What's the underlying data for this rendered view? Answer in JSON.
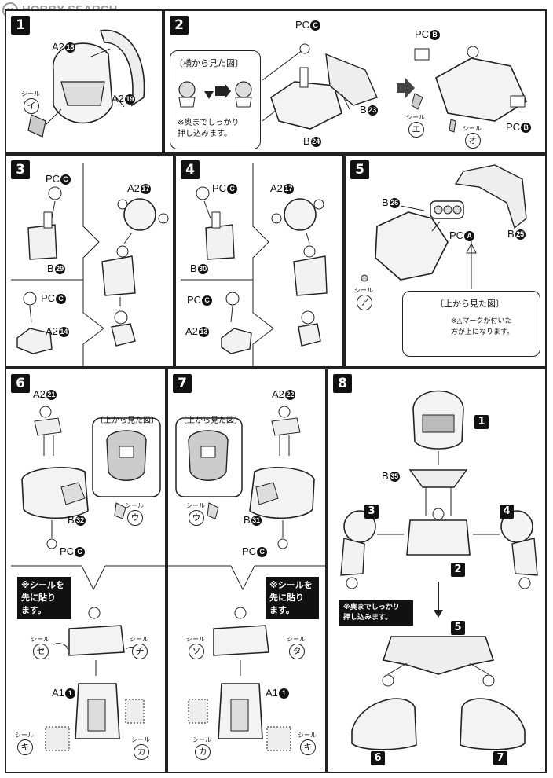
{
  "watermark": {
    "logo_text": "HOBBY SEARCH"
  },
  "steps": {
    "s1": {
      "num": "1",
      "part_a": "A2",
      "part_a_no": "18",
      "part_b": "A2",
      "part_b_no": "19",
      "seal_word": "シール",
      "seal_char": "イ"
    },
    "s2": {
      "num": "2",
      "pc": "PC",
      "pc_letter": "C",
      "view_title": "〔横から見た図〕",
      "note": "※奥までしっかり押し込みます。",
      "note_l1": "※奥までしっかり",
      "note_l2": "押し込みます。",
      "b_top": "B",
      "b_top_no": "23",
      "b_bottom": "B",
      "b_bottom_no": "24"
    },
    "s2b": {
      "pc_top": "PC",
      "pc_top_letter": "B",
      "pc_right": "PC",
      "pc_right_letter": "B",
      "seal_word_a": "シール",
      "seal_char_a": "エ",
      "seal_word_b": "シール",
      "seal_char_b": "オ"
    },
    "s3": {
      "num": "3",
      "pc_top": "PC",
      "pc_top_letter": "C",
      "a2": "A2",
      "a2_no": "17",
      "b": "B",
      "b_no": "29",
      "pc_bottom": "PC",
      "pc_bottom_letter": "C",
      "a2_bottom": "A2",
      "a2_bottom_no": "14"
    },
    "s4": {
      "num": "4",
      "pc_top": "PC",
      "pc_top_letter": "C",
      "a2": "A2",
      "a2_no": "17",
      "b": "B",
      "b_no": "30",
      "pc_bottom": "PC",
      "pc_bottom_letter": "C",
      "a2_bottom": "A2",
      "a2_bottom_no": "13"
    },
    "s5": {
      "num": "5",
      "b_left": "B",
      "b_left_no": "26",
      "pc": "PC",
      "pc_letter": "A",
      "b_right": "B",
      "b_right_no": "25",
      "seal_word": "シール",
      "seal_char": "ア",
      "view_title": "〔上から見た図〕",
      "note_l1": "※△マークが付いた",
      "note_l2": "方が上になります。"
    },
    "s6": {
      "num": "6",
      "a2": "A2",
      "a2_no": "21",
      "view_title": "〔上から見た図〕",
      "b": "B",
      "b_no": "32",
      "seal_word": "シール",
      "seal_char": "ウ",
      "pc": "PC",
      "pc_letter": "C",
      "black_l1": "※シールを",
      "black_l2": "先に貼り",
      "black_l3": "ます。",
      "seal_se_word": "シール",
      "seal_se": "セ",
      "seal_chi_word": "シール",
      "seal_chi": "チ",
      "a1": "A1",
      "a1_no": "1",
      "seal_ki_word": "シール",
      "seal_ki": "キ",
      "seal_ka_word": "シール",
      "seal_ka": "カ"
    },
    "s7": {
      "num": "7",
      "a2": "A2",
      "a2_no": "22",
      "view_title": "〔上から見た図〕",
      "b": "B",
      "b_no": "31",
      "seal_word": "シール",
      "seal_char": "ウ",
      "pc": "PC",
      "pc_letter": "C",
      "black_l1": "※シールを",
      "black_l2": "先に貼り",
      "black_l3": "ます。",
      "seal_so_word": "シール",
      "seal_so": "ソ",
      "seal_ta_word": "シール",
      "seal_ta": "タ",
      "a1": "A1",
      "a1_no": "1",
      "seal_ka_word": "シール",
      "seal_ka": "カ",
      "seal_ki_word": "シール",
      "seal_ki": "キ"
    },
    "s8": {
      "num": "8",
      "b": "B",
      "b_no": "35",
      "ref1": "1",
      "ref2": "2",
      "ref3": "3",
      "ref4": "4",
      "ref5": "5",
      "ref6": "6",
      "ref7": "7",
      "note_l1": "※奥までしっかり",
      "note_l2": "押し込みます。"
    }
  }
}
